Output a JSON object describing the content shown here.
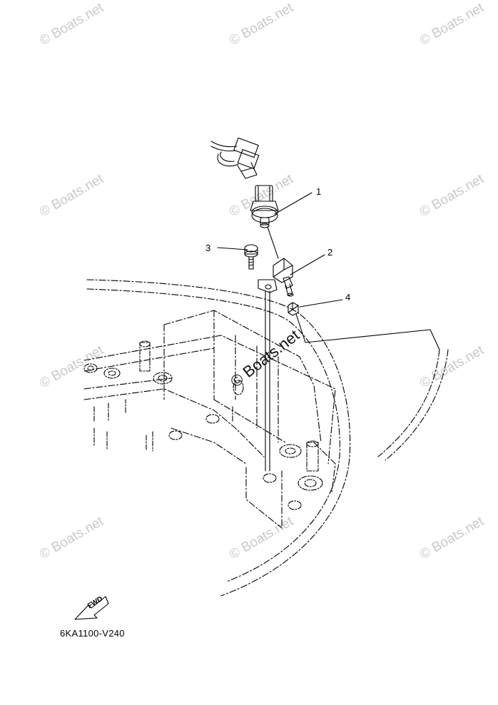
{
  "watermarks": {
    "text": "© Boats.net",
    "center_text": "© Boats.net"
  },
  "callouts": [
    {
      "label": "1"
    },
    {
      "label": "2"
    },
    {
      "label": "3"
    },
    {
      "label": "4"
    }
  ],
  "fwd_label": "FWD",
  "figure_code": "6KA1100-V240"
}
